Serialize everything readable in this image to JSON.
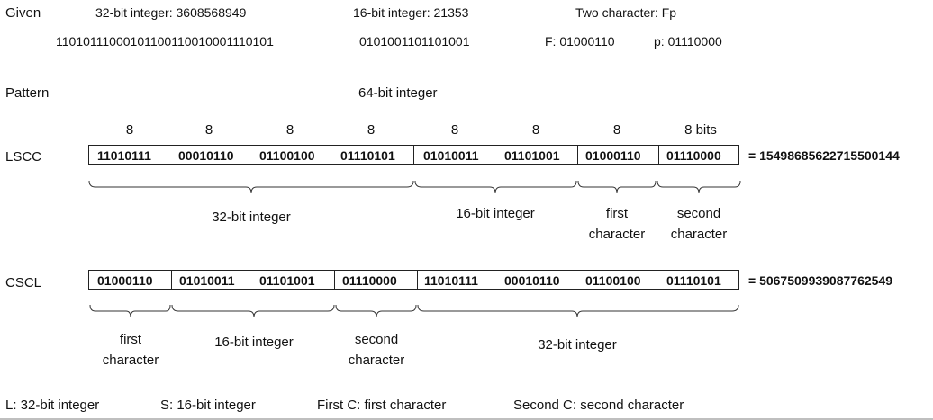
{
  "given": {
    "label": "Given",
    "int32_label": "32-bit integer: 3608568949",
    "int32_bits": "11010111000101100110010001110101",
    "int16_label": "16-bit integer: 21353",
    "int16_bits": "0101001101101001",
    "chars_label": "Two character: Fp",
    "char_F": "F: 01000110",
    "char_p": "p: 01110000"
  },
  "pattern": {
    "label": "Pattern",
    "heading": "64-bit integer",
    "byte_widths": [
      "8",
      "8",
      "8",
      "8",
      "8",
      "8",
      "8",
      "8 bits"
    ]
  },
  "lscc": {
    "label": "LSCC",
    "groups": [
      [
        "11010111",
        "00010110",
        "01100100",
        "01110101"
      ],
      [
        "01010011",
        "01101001"
      ],
      [
        "01000110"
      ],
      [
        "01110000"
      ]
    ],
    "result": "= 15498685622715500144",
    "braces": [
      "32-bit integer",
      "16-bit integer",
      "first",
      "character",
      "second",
      "character"
    ]
  },
  "cscl": {
    "label": "CSCL",
    "groups": [
      [
        "01000110"
      ],
      [
        "01010011",
        "01101001"
      ],
      [
        "01110000"
      ],
      [
        "11010111",
        "00010110",
        "01100100",
        "01110101"
      ]
    ],
    "result": "= 5067509939087762549",
    "braces": [
      "first",
      "character",
      "16-bit integer",
      "second",
      "character",
      "32-bit integer"
    ]
  },
  "legend": {
    "L": "L: 32-bit integer",
    "S": "S: 16-bit integer",
    "FirstC": "First C: first character",
    "SecondC": "Second C: second character"
  }
}
